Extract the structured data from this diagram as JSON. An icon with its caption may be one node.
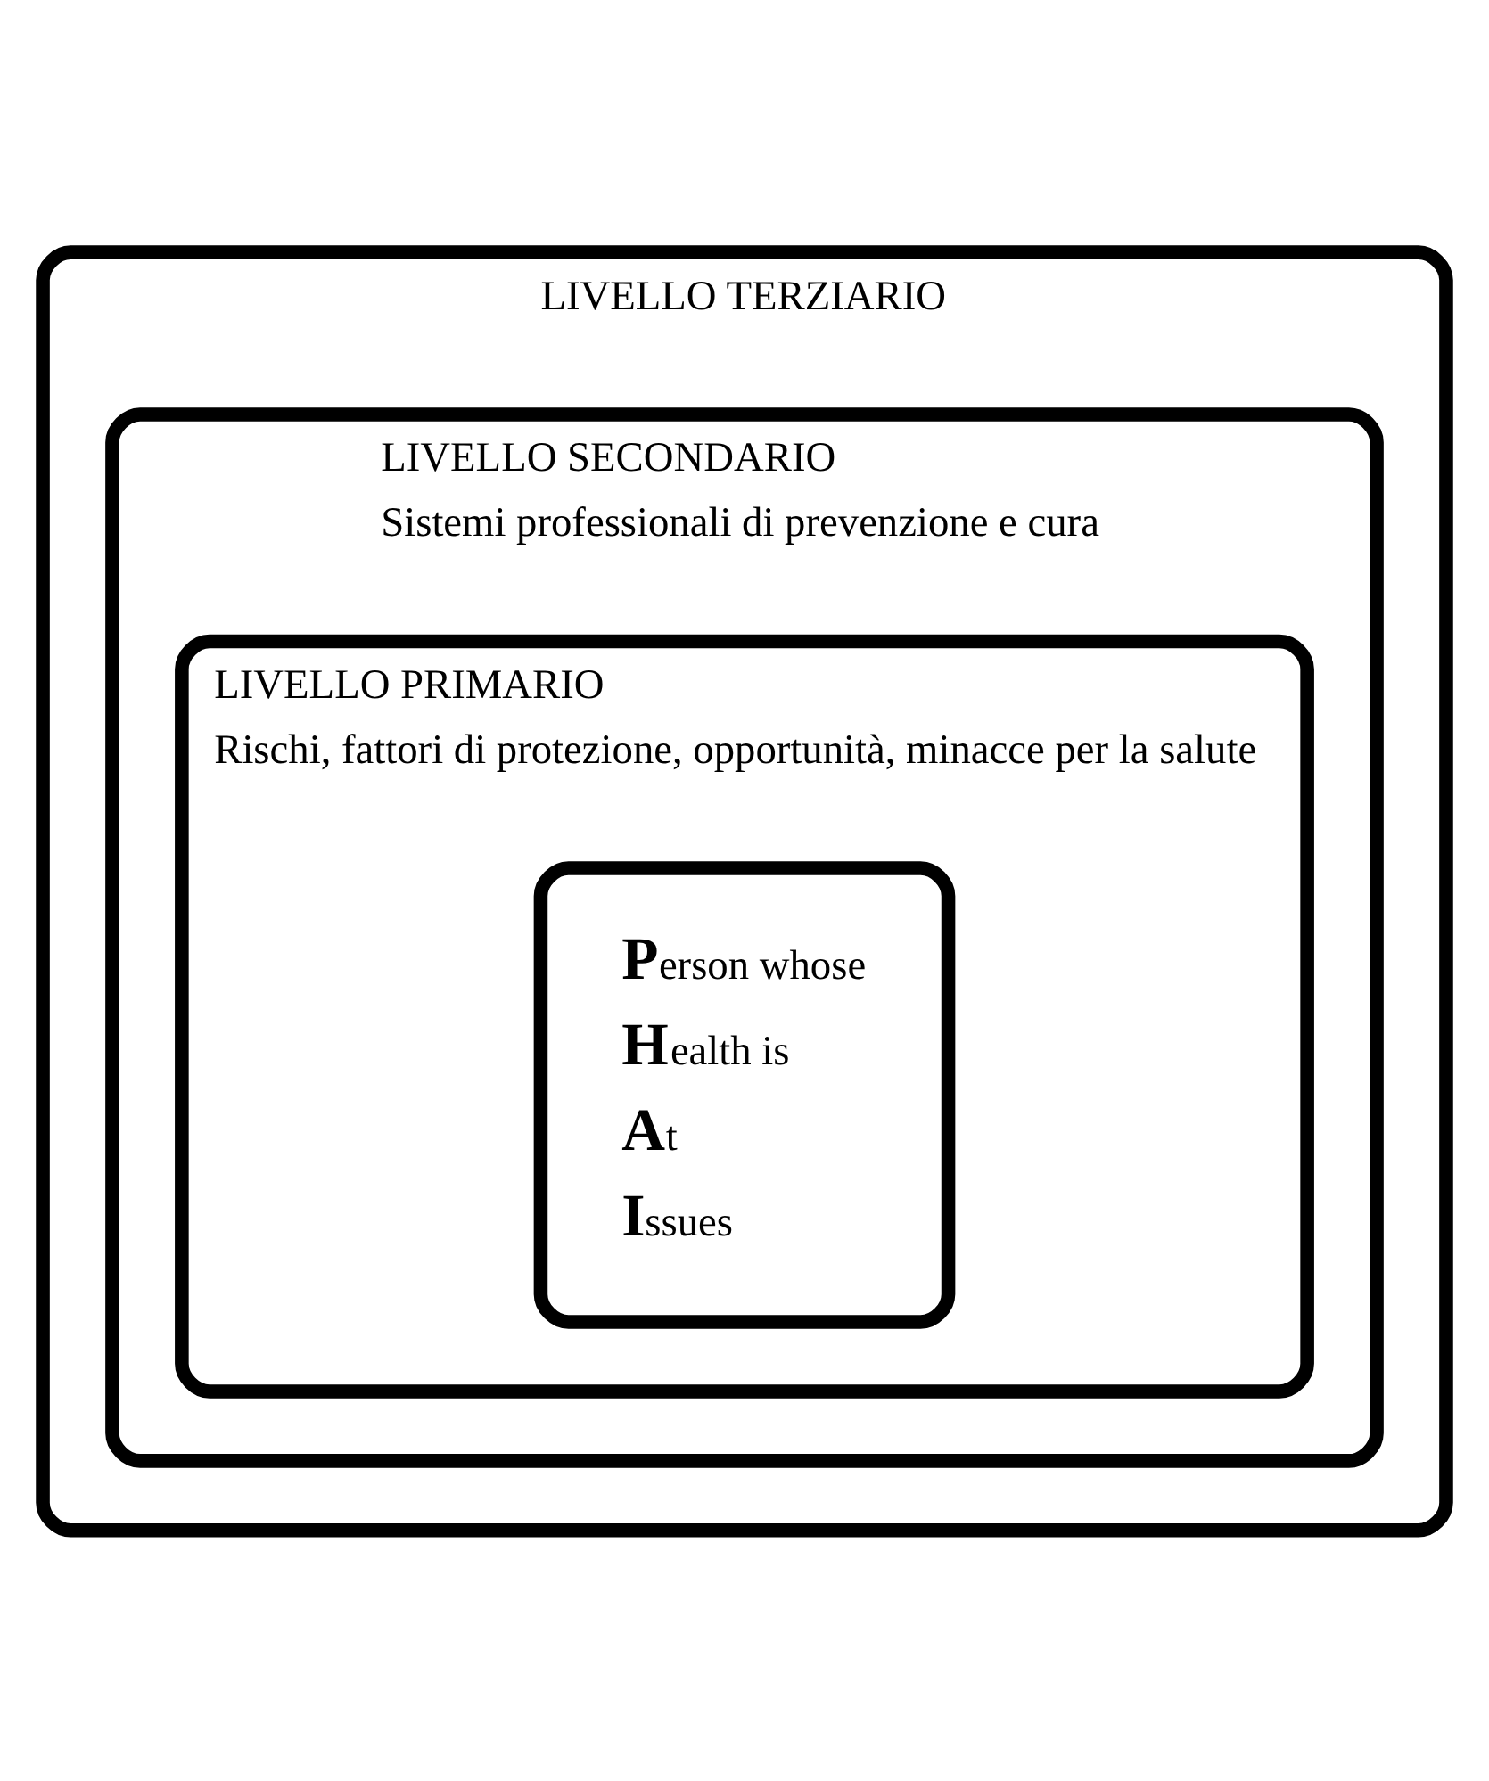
{
  "diagram": {
    "nodes": [
      {
        "text": [
          "LIVELLO TERZIARIO"
        ]
      },
      {
        "text": [
          "LIVELLO SECONDARIO",
          "Sistemi professionali di prevenzione e cura"
        ],
        "in": 0
      },
      {
        "text": [
          "LIVELLO PRIMARIO",
          "Rischi, fattori di protezione, opportunità, minacce per la salute"
        ],
        "in": 1
      },
      {
        "text": [
          "**P**erson whose",
          "**H**ealth is",
          "**A**t",
          "**I**ssues"
        ],
        "in": 2
      }
    ]
  }
}
